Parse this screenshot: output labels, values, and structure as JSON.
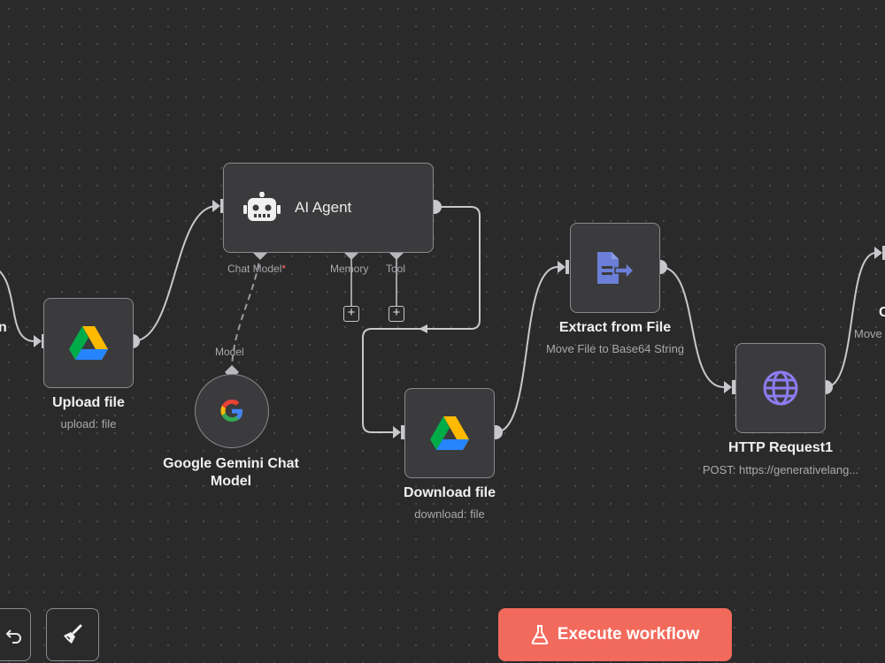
{
  "nodes": {
    "left_node": {
      "title_fragment": "n",
      "sub_fragment": ""
    },
    "upload_file": {
      "title": "Upload file",
      "subtitle": "upload: file"
    },
    "ai_agent": {
      "title": "AI Agent",
      "ports": {
        "chat_model": "Chat Model",
        "required_mark": "*",
        "memory": "Memory",
        "tool": "Tool"
      }
    },
    "gemini": {
      "port": "Model",
      "title_line1": "Google Gemini Chat",
      "title_line2": "Model",
      "badge": "G"
    },
    "download_file": {
      "title": "Download file",
      "subtitle": "download: file"
    },
    "extract_from_file": {
      "title": "Extract from File",
      "subtitle": "Move File to Base64 String"
    },
    "http_request": {
      "title": "HTTP Request1",
      "subtitle": "POST: https://generativelang..."
    },
    "right_node": {
      "title_fragment": "C",
      "sub_fragment": "Move"
    }
  },
  "toolbar": {
    "execute_label": "Execute workflow"
  },
  "icons": {
    "drive": "google-drive-icon",
    "robot": "robot-icon",
    "document": "document-arrow-icon",
    "globe": "globe-icon",
    "google": "google-g-icon",
    "undo": "undo-icon",
    "broom": "broom-icon",
    "flask": "flask-icon"
  },
  "colors": {
    "canvas": "#2a2a2b",
    "node_fill": "#3b3b3d",
    "node_border": "#8b8b8f",
    "wire": "#c8c8cc",
    "execute_button": "#f26a5c",
    "extract_icon": "#6b7fd8",
    "globe_icon": "#8c7cf0",
    "required": "#ff6d6d"
  }
}
